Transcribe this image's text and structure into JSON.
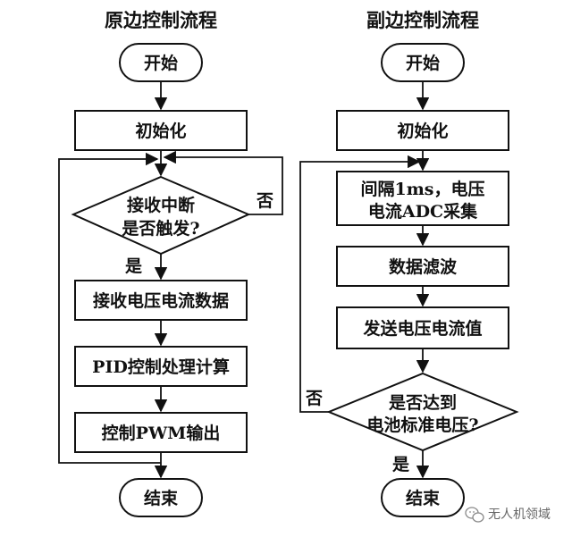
{
  "titles": {
    "left": "原边控制流程",
    "right": "副边控制流程"
  },
  "left": {
    "start": "开始",
    "init": "初始化",
    "decision_line1": "接收中断",
    "decision_line2": "是否触发?",
    "yes": "是",
    "no": "否",
    "step1": "接收电压电流数据",
    "step2": "PID控制处理计算",
    "step3": "控制PWM输出",
    "end": "结束"
  },
  "right": {
    "start": "开始",
    "init": "初始化",
    "step1_line1": "间隔1ms，电压",
    "step1_line2": "电流ADC采集",
    "step2": "数据滤波",
    "step3": "发送电压电流值",
    "decision_line1": "是否达到",
    "decision_line2": "电池标准电压?",
    "yes": "是",
    "no": "否",
    "end": "结束"
  },
  "watermark": {
    "text": "无人机领域",
    "icon": "wechat-icon"
  }
}
